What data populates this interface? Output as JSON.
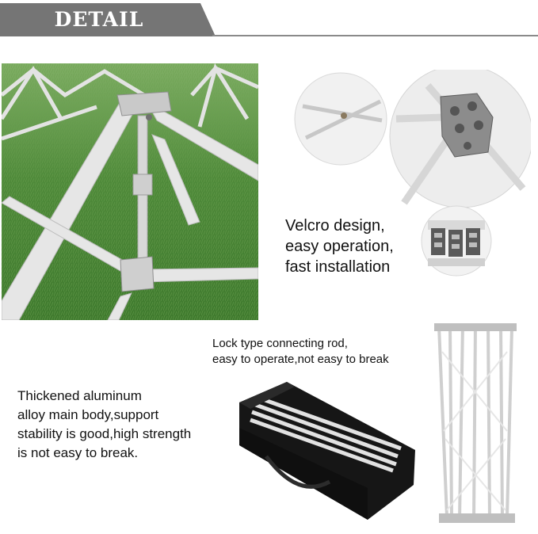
{
  "header": {
    "title": "DETAIL"
  },
  "panels": [
    {
      "caption_lines": [
        "Velcro design,",
        "easy operation,",
        "fast installation"
      ]
    },
    {
      "caption_lines": [
        "Lock type connecting rod,",
        "easy to operate,not easy to break"
      ]
    },
    {
      "caption_lines": [
        "Thickened aluminum",
        "alloy main body,support",
        "stability is good,high strength",
        "is not easy to break."
      ]
    }
  ],
  "colors": {
    "banner": "#757575",
    "rule": "#8a8a8a",
    "grass": "#4f8a3a",
    "frame": "#dcdcdc",
    "bag": "#161616"
  }
}
